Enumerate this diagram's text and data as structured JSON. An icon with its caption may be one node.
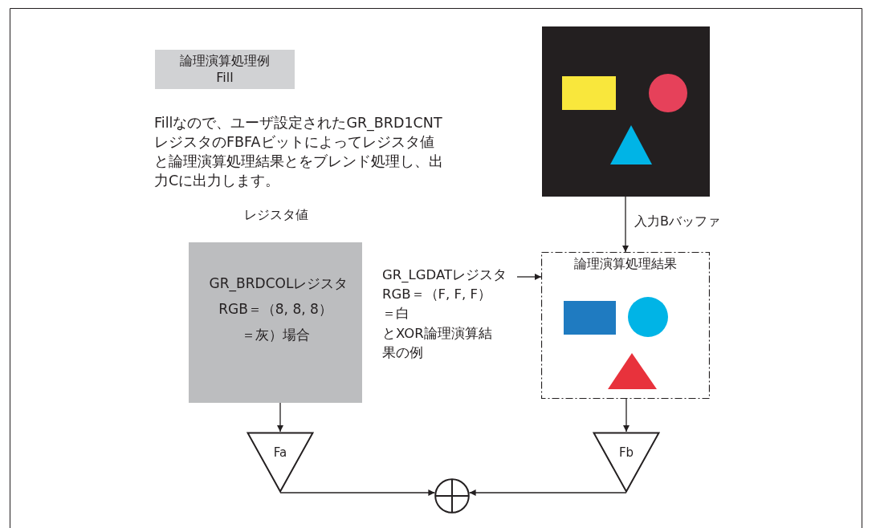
{
  "diagram": {
    "nodes": [
      {
        "text": [
          "論理演算処理例",
          "Fill"
        ]
      },
      {
        "text": [],
        "shape": "picture"
      },
      {
        "text": [
          "GR_BRDCOLレジスタ",
          "RGB＝（8, 8, 8）",
          "＝灰）場合"
        ],
        "beside": [
          "レジスタ値"
        ]
      },
      {
        "text": [
          "論理演算処理結果"
        ]
      },
      {
        "text": [
          "GR_LGDATレジスタ",
          "RGB＝（F, F, F）",
          "＝白",
          "とXOR論理演算結果の例"
        ]
      },
      {
        "text": [
          "Fa"
        ]
      },
      {
        "text": [
          "Fb"
        ]
      },
      {
        "text": [],
        "shape": "circle"
      }
    ],
    "edges": [
      {
        "from": 1,
        "to": 3,
        "arrow": "to",
        "label": "入力Bバッファ"
      },
      {
        "from": 4,
        "to": 3,
        "arrow": "to"
      },
      {
        "from": 2,
        "to": 5,
        "arrow": "to"
      },
      {
        "from": 3,
        "to": 6,
        "arrow": "to"
      },
      {
        "from": 5,
        "to": 7,
        "arrow": "to"
      },
      {
        "from": 6,
        "to": 7,
        "arrow": "to"
      }
    ],
    "labels": [
      "Fillなので、ユーザ設定されたGR_BRD1CNTレジスタのFBFAビットによってレジスタ値と論理演算処理結果とをブレンド処理し、出力Cに出力します。"
    ]
  }
}
